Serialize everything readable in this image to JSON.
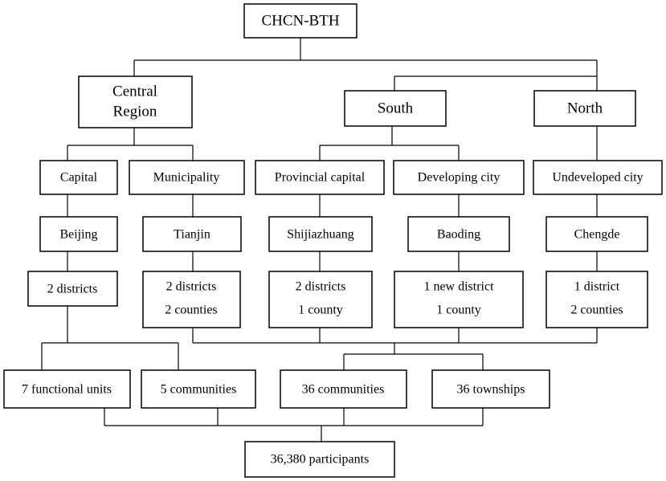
{
  "nodes": {
    "root": [
      "CHCN-BTH"
    ],
    "central_region": [
      "Central",
      "Region"
    ],
    "south": [
      "South"
    ],
    "north": [
      "North"
    ],
    "capital": [
      "Capital"
    ],
    "municipality": [
      "Municipality"
    ],
    "provincial_capital": [
      "Provincial capital"
    ],
    "developing_city": [
      "Developing city"
    ],
    "undeveloped_city": [
      "Undeveloped city"
    ],
    "beijing": [
      "Beijing"
    ],
    "tianjin": [
      "Tianjin"
    ],
    "shijiazhuang": [
      "Shijiazhuang"
    ],
    "baoding": [
      "Baoding"
    ],
    "chengde": [
      "Chengde"
    ],
    "beijing_units": [
      "2 districts"
    ],
    "tianjin_units": [
      "2 districts",
      "2 counties"
    ],
    "shijiazhuang_units": [
      "2 districts",
      "1 county"
    ],
    "baoding_units": [
      "1 new district",
      "1 county"
    ],
    "chengde_units": [
      "1 district",
      "2 counties"
    ],
    "functional_units": [
      "7 functional units"
    ],
    "communities_5": [
      "5 communities"
    ],
    "communities_36": [
      "36 communities"
    ],
    "townships_36": [
      "36 townships"
    ],
    "participants": [
      "36,380 participants"
    ]
  }
}
